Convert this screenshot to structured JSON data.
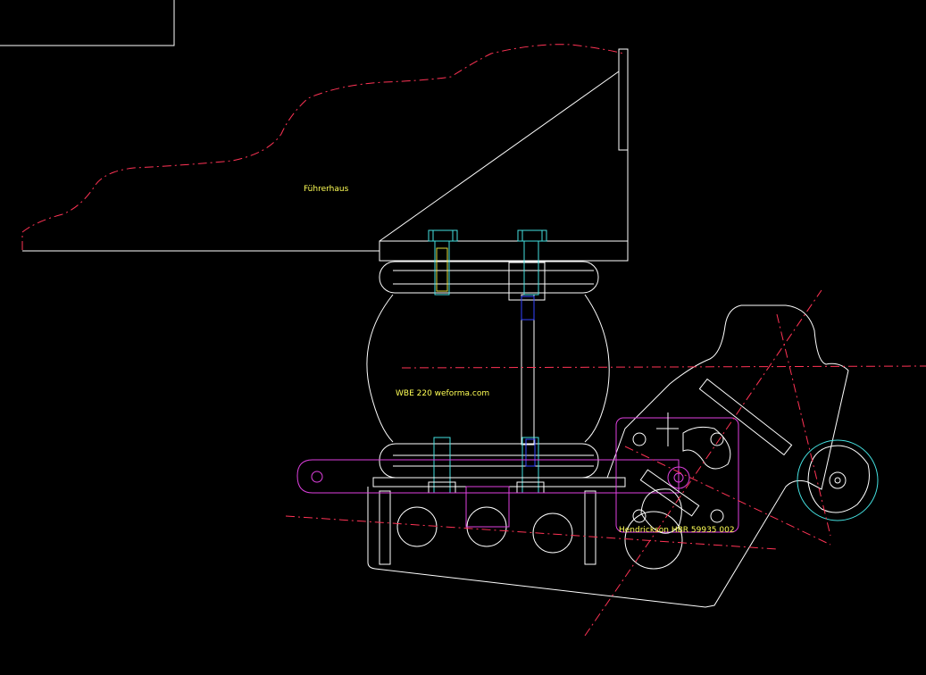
{
  "labels": {
    "cab": "Führerhaus",
    "air_spring": "WBE 220 weforma.com",
    "hanger": "Hendrickson HBR 59935 002"
  },
  "colors": {
    "background": "#000000",
    "outline": "#ffffff",
    "bolts": "#44e0e0",
    "hanger_plate": "#e040e0",
    "centerlines": "#ff3355",
    "text": "#ffff55",
    "nut": "#3344ff"
  }
}
